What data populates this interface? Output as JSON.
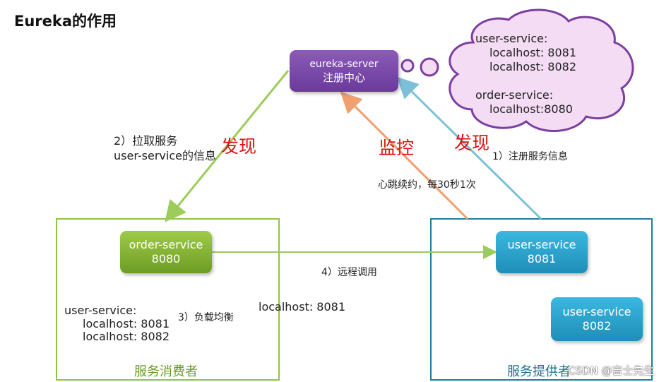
{
  "title": "Eureka的作用",
  "nodes": {
    "eureka": {
      "line1": "eureka-server",
      "line2": "注册中心"
    },
    "order": {
      "line1": "order-service",
      "line2": "8080"
    },
    "user1": {
      "line1": "user-service",
      "line2": "8081"
    },
    "user2": {
      "line1": "user-service",
      "line2": "8082"
    }
  },
  "cloud": {
    "line1": "user-service:",
    "line2": "localhost: 8081",
    "line3": "localhost: 8082",
    "line4": "order-service:",
    "line5": "localhost:8080"
  },
  "labels": {
    "pull_line1": "2）拉取服务",
    "pull_line2": "user-service的信息",
    "discover_left": "发现",
    "monitor": "监控",
    "discover_right": "发现",
    "register": "1）注册服务信息",
    "heartbeat": "心跳续约，每30秒1次",
    "remote_call": "4）远程调用",
    "load_balance": "3）负载均衡",
    "chosen_host": "localhost: 8081",
    "consumer_list_line1": "user-service:",
    "consumer_list_line2": "localhost: 8081",
    "consumer_list_line3": "localhost: 8082",
    "consumer_box": "服务消费者",
    "provider_box": "服务提供者"
  },
  "watermark": "CSDN @吉士先生",
  "colors": {
    "eureka": "#7a4aaa",
    "consumer": "#8dc63f",
    "provider": "#1f8eb8",
    "cloud_fill": "#f4dcf4",
    "cloud_stroke": "#7b3fa0",
    "pull_arrow": "#9ccc5a",
    "heartbeat_arrow": "#f0a070",
    "register_arrow": "#7cc0d8",
    "red_text": "#e01010"
  }
}
